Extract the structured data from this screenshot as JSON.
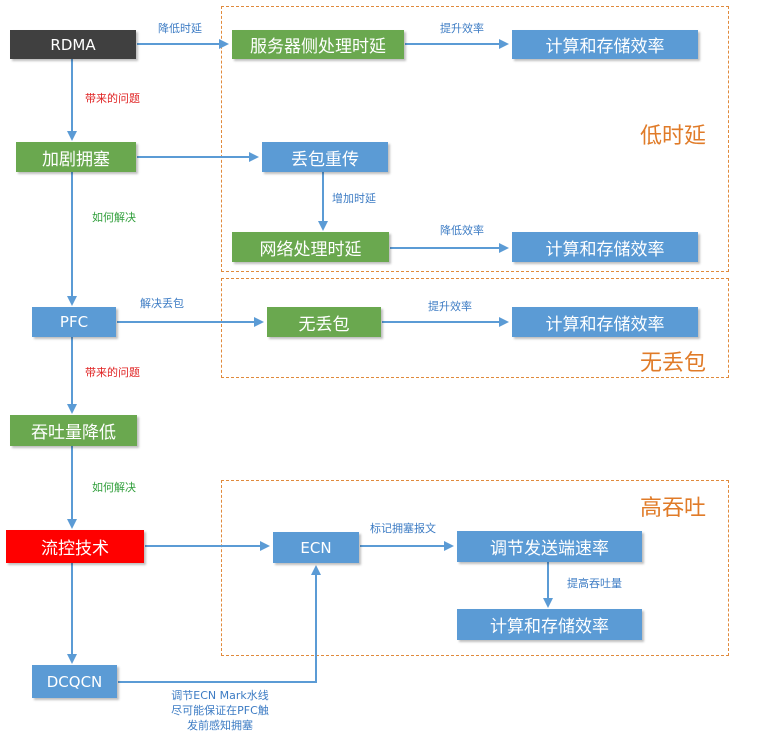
{
  "colors": {
    "dark": "#404040",
    "green": "#6aa84f",
    "blue": "#5b9bd5",
    "red": "#ff0000",
    "orange": "#e07b28",
    "arrow": "#5b9bd5"
  },
  "nodes": {
    "rdma": "RDMA",
    "server_latency": "服务器侧处理时延",
    "compute_1": "计算和存储效率",
    "congestion": "加剧拥塞",
    "retransmit": "丢包重传",
    "network_latency": "网络处理时延",
    "compute_2": "计算和存储效率",
    "pfc": "PFC",
    "no_loss": "无丢包",
    "compute_3": "计算和存储效率",
    "throughput_drop": "吞吐量降低",
    "flow_control": "流控技术",
    "ecn": "ECN",
    "adjust_rate": "调节发送端速率",
    "compute_4": "计算和存储效率",
    "dcqcn": "DCQCN"
  },
  "groups": {
    "low_latency": "低时延",
    "no_loss": "无丢包",
    "high_throughput": "高吞吐"
  },
  "labels": {
    "reduce_latency": "降低时延",
    "improve_eff_1": "提升效率",
    "problem_1": "带来的问题",
    "how_solve_1": "如何解决",
    "add_latency": "增加时延",
    "reduce_eff": "降低效率",
    "solve_loss": "解决丢包",
    "improve_eff_2": "提升效率",
    "problem_2": "带来的问题",
    "how_solve_2": "如何解决",
    "mark_congestion": "标记拥塞报文",
    "improve_throughput": "提高吞吐量",
    "dcqcn_note_1": "调节ECN Mark水线",
    "dcqcn_note_2": "尽可能保证在PFC触",
    "dcqcn_note_3": "发前感知拥塞"
  }
}
